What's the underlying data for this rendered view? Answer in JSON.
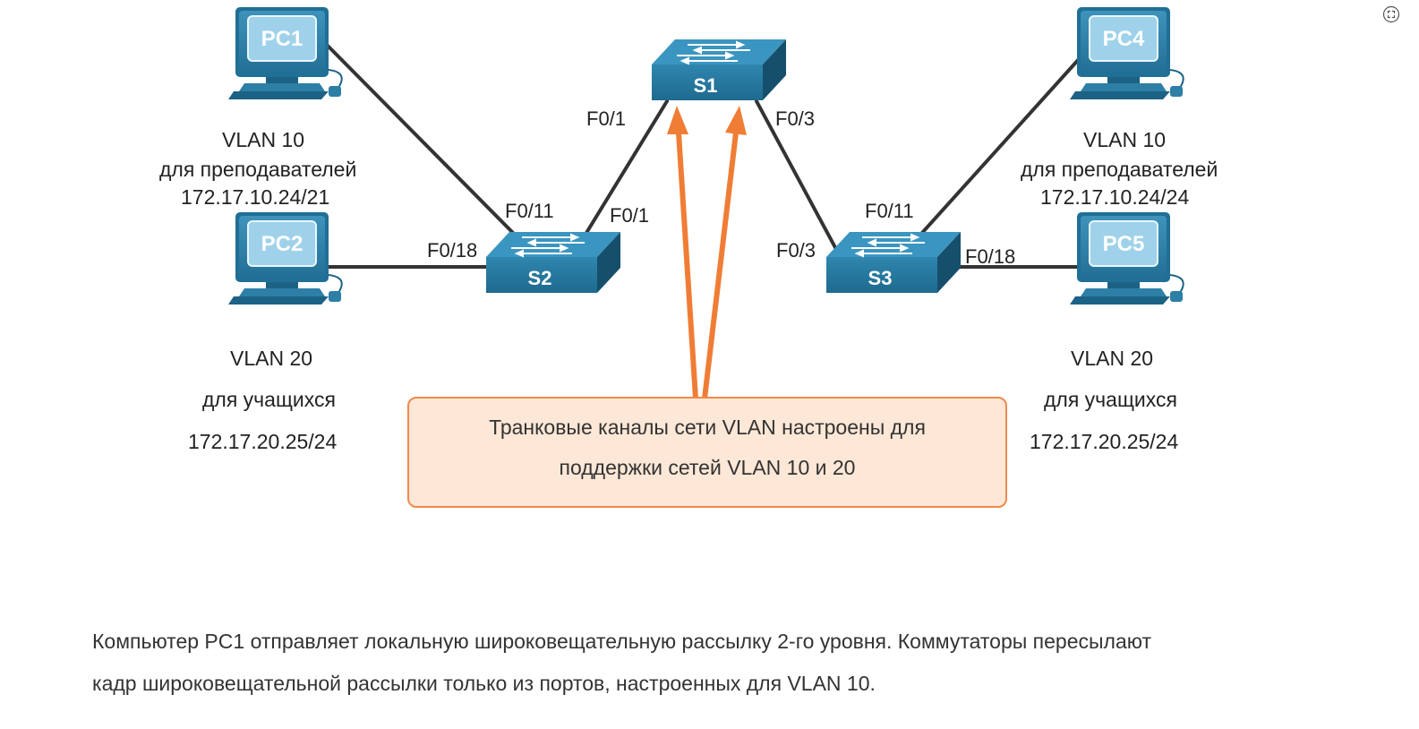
{
  "devices": {
    "pc1": "PC1",
    "pc2": "PC2",
    "pc4": "PC4",
    "pc5": "PC5",
    "s1": "S1",
    "s2": "S2",
    "s3": "S3"
  },
  "ports": {
    "s1_left": "F0/1",
    "s1_right": "F0/3",
    "s2_pc1": "F0/11",
    "s2_s1": "F0/1",
    "s2_pc2": "F0/18",
    "s3_s1": "F0/3",
    "s3_pc4": "F0/11",
    "s3_pc5": "F0/18"
  },
  "left_labels": {
    "vlan10": "VLAN 10",
    "vlan10_desc": "для преподавателей",
    "vlan10_ip": "172.17.10.24/21",
    "vlan20": "VLAN 20",
    "vlan20_desc": "для учащихся",
    "vlan20_ip": "172.17.20.25/24"
  },
  "right_labels": {
    "vlan10": "VLAN 10",
    "vlan10_desc": "для преподавателей",
    "vlan10_ip": "172.17.10.24/24",
    "vlan20": "VLAN 20",
    "vlan20_desc": "для учащихся",
    "vlan20_ip": "172.17.20.25/24"
  },
  "callout": {
    "line1": "Транковые каналы сети VLAN настроены для",
    "line2": "поддержки сетей VLAN 10 и 20"
  },
  "caption": {
    "line1": "Компьютер PC1 отправляет локальную широковещательную рассылку 2-го уровня. Коммутаторы пересылают",
    "line2": "кадр широковещательной рассылки только из портов, настроенных для VLAN 10."
  },
  "colors": {
    "device_blue": "#2d7fa6",
    "device_dark": "#1d5f80",
    "link": "#333333",
    "arrow_orange": "#f07d35",
    "callout_fill": "#fde7d6",
    "callout_border": "#f08a4b"
  },
  "icons": {
    "expand": "expand-icon"
  }
}
